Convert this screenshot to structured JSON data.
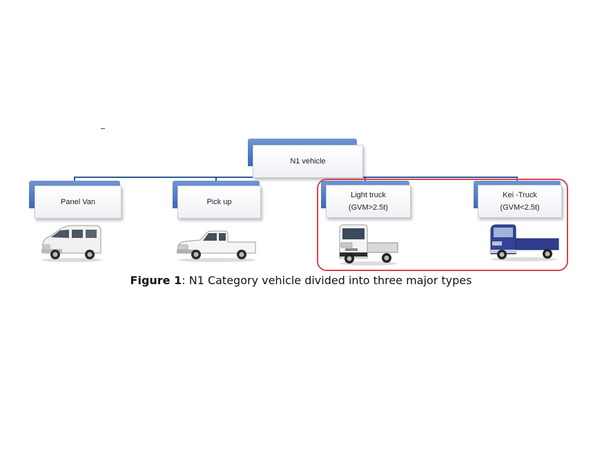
{
  "diagram": {
    "root": {
      "label": "N1 vehicle"
    },
    "children": [
      {
        "label": "Panel Van",
        "sublabel": "",
        "image": "panel-van-image"
      },
      {
        "label": "Pick up",
        "sublabel": "",
        "image": "pickup-truck-image"
      },
      {
        "label": "Light truck",
        "sublabel": "(GVM>2.5t)",
        "image": "light-truck-image"
      },
      {
        "label": "Kei -Truck",
        "sublabel": "(GVM<2.5t)",
        "image": "kei-truck-image"
      }
    ],
    "highlight_color": "#d9424d",
    "box_accent_color": "#3f69b5"
  },
  "caption": {
    "prefix": "Figure 1",
    "text": ": N1 Category vehicle divided into three major types"
  }
}
